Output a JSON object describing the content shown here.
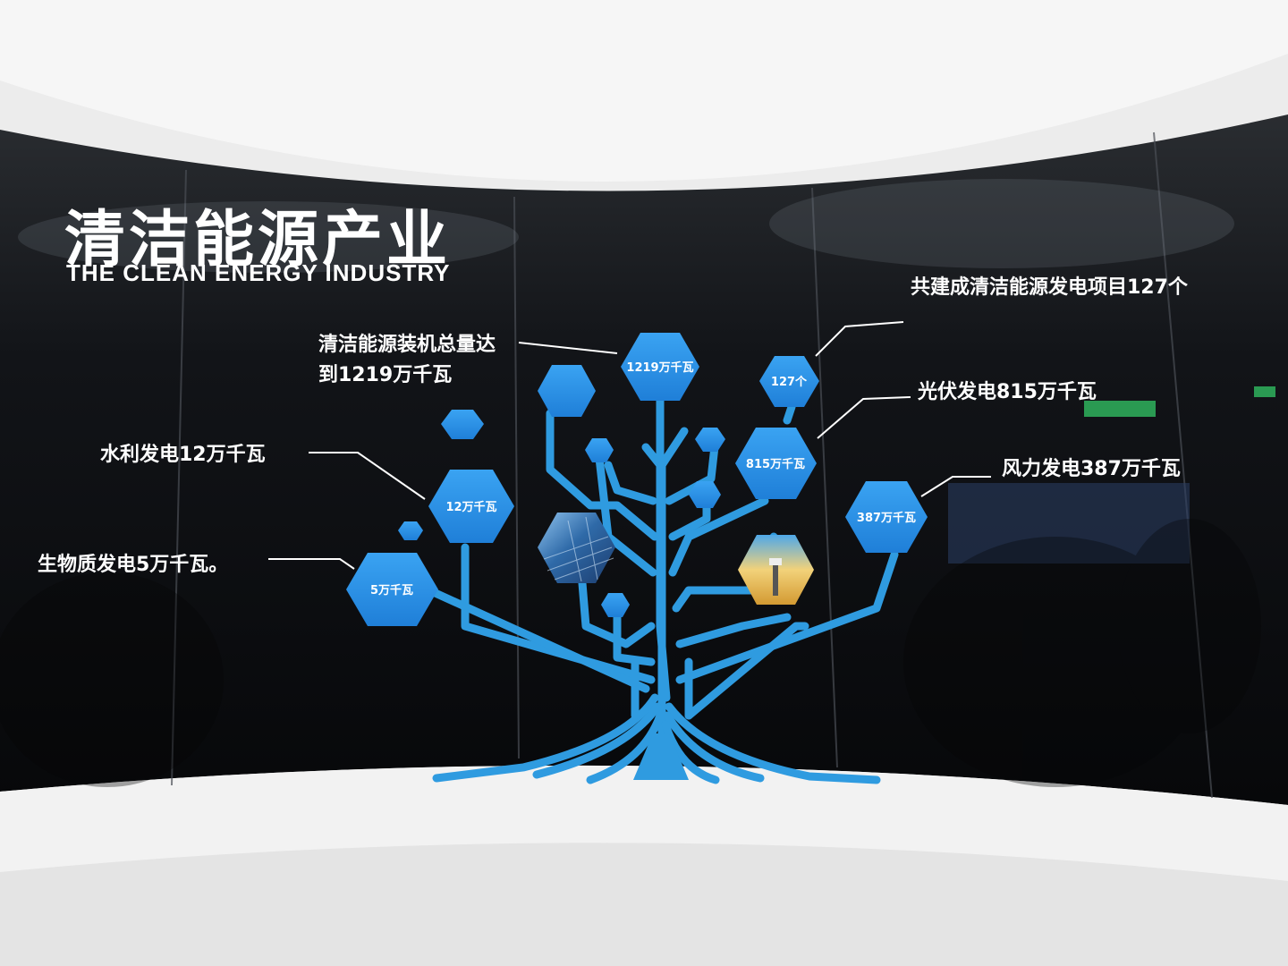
{
  "header": {
    "title_cn": "清洁能源产业",
    "title_en": "THE CLEAN ENERGY INDUSTRY"
  },
  "labels": {
    "installed_line1": "清洁能源装机总量达",
    "installed_line2": "到1219万千瓦",
    "hydro": "水利发电12万千瓦",
    "biomass": "生物质发电5万千瓦。",
    "projects": "共建成清洁能源发电项目127个",
    "solar": "光伏发电815万千瓦",
    "wind": "风力发电387万千瓦"
  },
  "hexagons": {
    "total": "1219万千瓦",
    "projects": "127个",
    "solar": "815万千瓦",
    "hydro": "12万千瓦",
    "wind": "387万千瓦",
    "biomass": "5万千瓦"
  },
  "colors": {
    "tree_blue": "#2f9be0",
    "hex_blue": "#2e8fe6",
    "panel_dark": "#0e1013",
    "wall_white": "#ececec"
  },
  "icons": [
    "solar-panel-image",
    "solar-tower-image"
  ]
}
